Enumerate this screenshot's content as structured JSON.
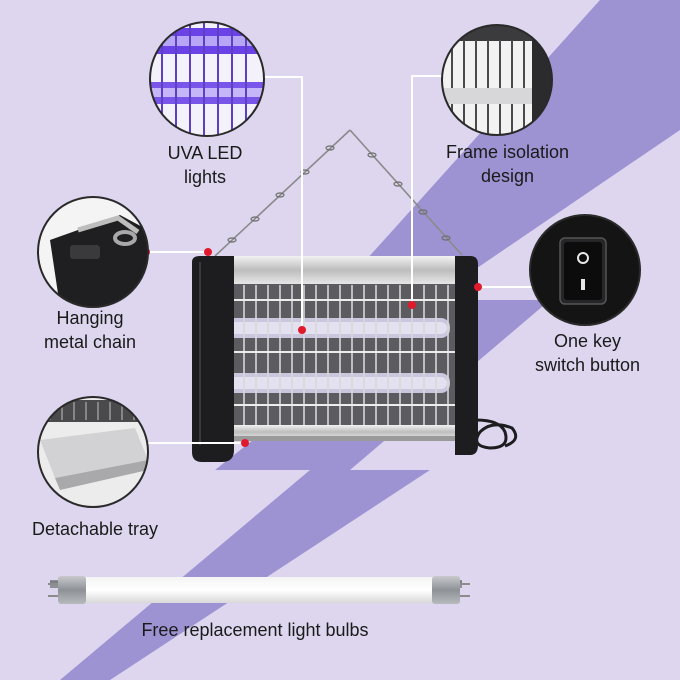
{
  "colors": {
    "background": "#ddd6ee",
    "lightning": "#9e93d2",
    "uv_glow": "#6a42e6",
    "marker": "#e0192b",
    "text": "#1a1a1a"
  },
  "features": {
    "uva": {
      "line1": "UVA LED",
      "line2": "lights",
      "icon": "uva-lights-closeup"
    },
    "frame": {
      "line1": "Frame isolation",
      "line2": "design",
      "icon": "frame-isolation-closeup"
    },
    "chain": {
      "line1": "Hanging",
      "line2": "metal chain",
      "icon": "hanging-chain-closeup"
    },
    "switch": {
      "line1": "One key",
      "line2": "switch button",
      "icon": "rocker-switch-closeup"
    },
    "tray": {
      "line1": "Detachable tray",
      "icon": "tray-closeup"
    }
  },
  "bulb_caption": "Free replacement light bulbs"
}
